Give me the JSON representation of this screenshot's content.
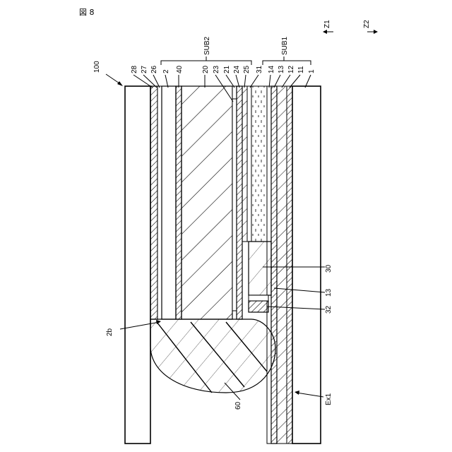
{
  "figure_label": "図 8",
  "device_label": "100",
  "directions": {
    "z1": "Z1",
    "z2": "Z2"
  },
  "groups": {
    "sub2": "SUB2",
    "sub1": "SUB1"
  },
  "top_labels": [
    "28",
    "27",
    "26",
    "2",
    "40",
    "20",
    "23",
    "21",
    "24",
    "25",
    "31",
    "14",
    "13",
    "12",
    "11",
    "1"
  ],
  "side_labels": {
    "l30": "30",
    "l13": "13",
    "l32": "32",
    "l60": "60",
    "lEx1": "Ex1",
    "l2b": "2b"
  }
}
